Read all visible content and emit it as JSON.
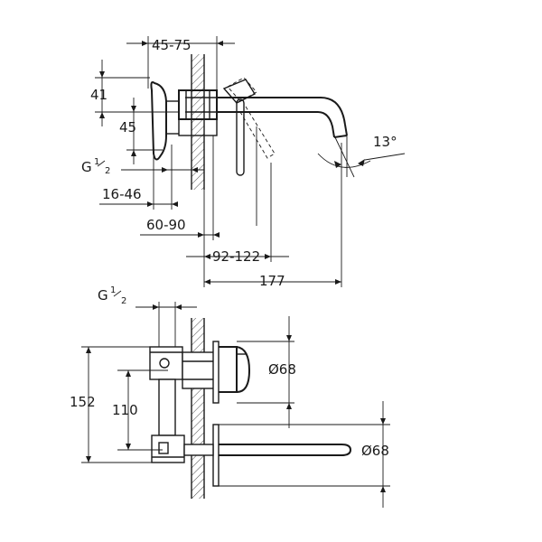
{
  "side_view": {
    "dim_top": "45-75",
    "dim_41": "41",
    "dim_45": "45",
    "thread_G": "G",
    "thread_num": "1",
    "thread_den": "2",
    "dim_16_46": "16-46",
    "dim_60_90": "60-90",
    "dim_92_122": "92-122",
    "dim_177": "177",
    "angle": "13°"
  },
  "front_view": {
    "thread_G": "G",
    "thread_num": "1",
    "thread_den": "2",
    "dim_152": "152",
    "dim_110": "110",
    "dia_upper": "Ø68",
    "dia_lower": "Ø68"
  }
}
